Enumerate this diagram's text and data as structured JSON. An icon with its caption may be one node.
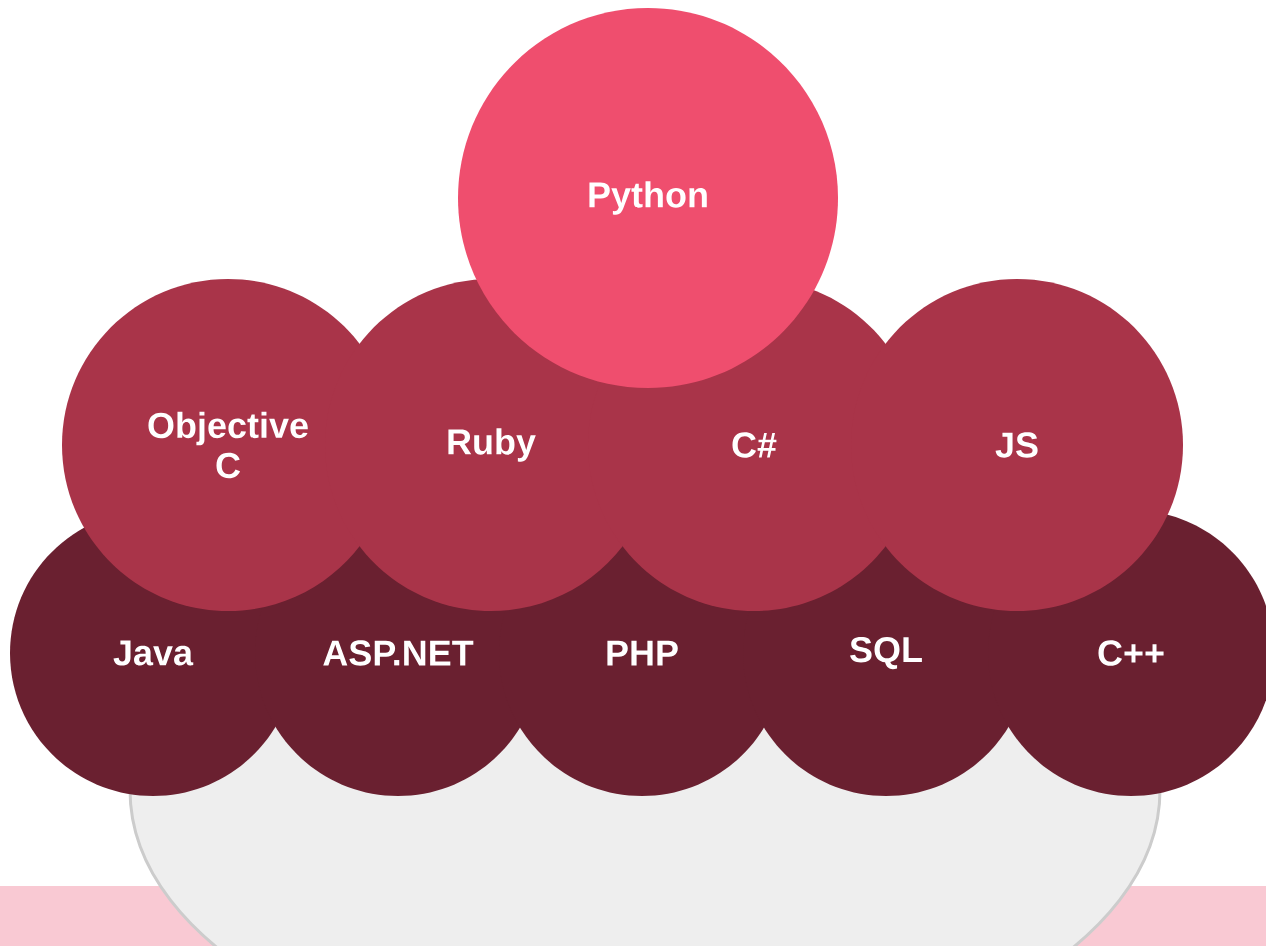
{
  "diagram": {
    "nodes": [
      {
        "text": [
          "Python"
        ]
      },
      {
        "text": [
          "Objective C"
        ]
      },
      {
        "text": [
          "Ruby"
        ]
      },
      {
        "text": [
          "C#"
        ]
      },
      {
        "text": [
          "JS"
        ]
      },
      {
        "text": [
          "Java"
        ]
      },
      {
        "text": [
          "ASP.NET"
        ]
      },
      {
        "text": [
          "PHP"
        ]
      },
      {
        "text": [
          "SQL"
        ]
      },
      {
        "text": [
          "C++"
        ]
      }
    ]
  }
}
